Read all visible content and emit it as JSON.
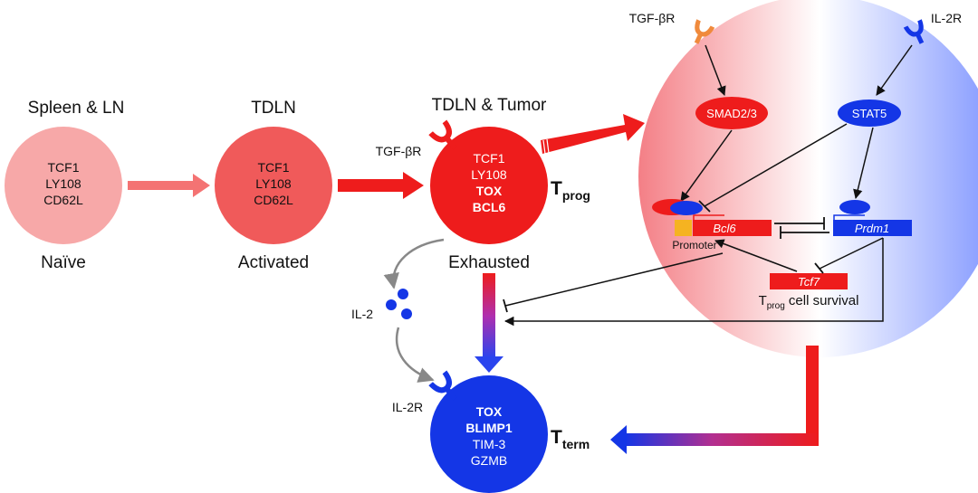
{
  "stages": {
    "spleen_title": "Spleen & LN",
    "spleen_markers": [
      "TCF1",
      "LY108",
      "CD62L"
    ],
    "spleen_caption": "Naïve",
    "tdln_title": "TDLN",
    "tdln_markers": [
      "TCF1",
      "LY108",
      "CD62L"
    ],
    "tdln_caption": "Activated",
    "tumor_title": "TDLN & Tumor",
    "tprog_markers": [
      "TCF1",
      "LY108",
      "TOX",
      "BCL6"
    ],
    "tprog_label": "T",
    "tprog_sub": "prog",
    "exhausted_label": "Exhausted",
    "tterm_markers": [
      "TOX",
      "BLIMP1",
      "TIM-3",
      "GZMB"
    ],
    "tterm_label": "T",
    "tterm_sub": "term"
  },
  "receptors": {
    "tgfbr_left": "TGF-βR",
    "tgfbr_top": "TGF-βR",
    "il2r_top": "IL-2R",
    "il2r_bottom": "IL-2R",
    "il2": "IL-2"
  },
  "signaling": {
    "smad": "SMAD2/3",
    "stat5": "STAT5",
    "bcl6": "Bcl6",
    "prdm1": "Prdm1",
    "promoter": "Promoter",
    "tcf7": "Tcf7",
    "survival_t": "T",
    "survival_sub": "prog",
    "survival_rest": " cell survival"
  },
  "colors": {
    "naive": "#f7a8a8",
    "activated": "#f05a5a",
    "tprog": "#ee1c1c",
    "tterm": "#1436e6",
    "red": "#ee1c1c",
    "blue": "#1436e6",
    "orange": "#f08a3c",
    "promoter": "#f5b321"
  }
}
